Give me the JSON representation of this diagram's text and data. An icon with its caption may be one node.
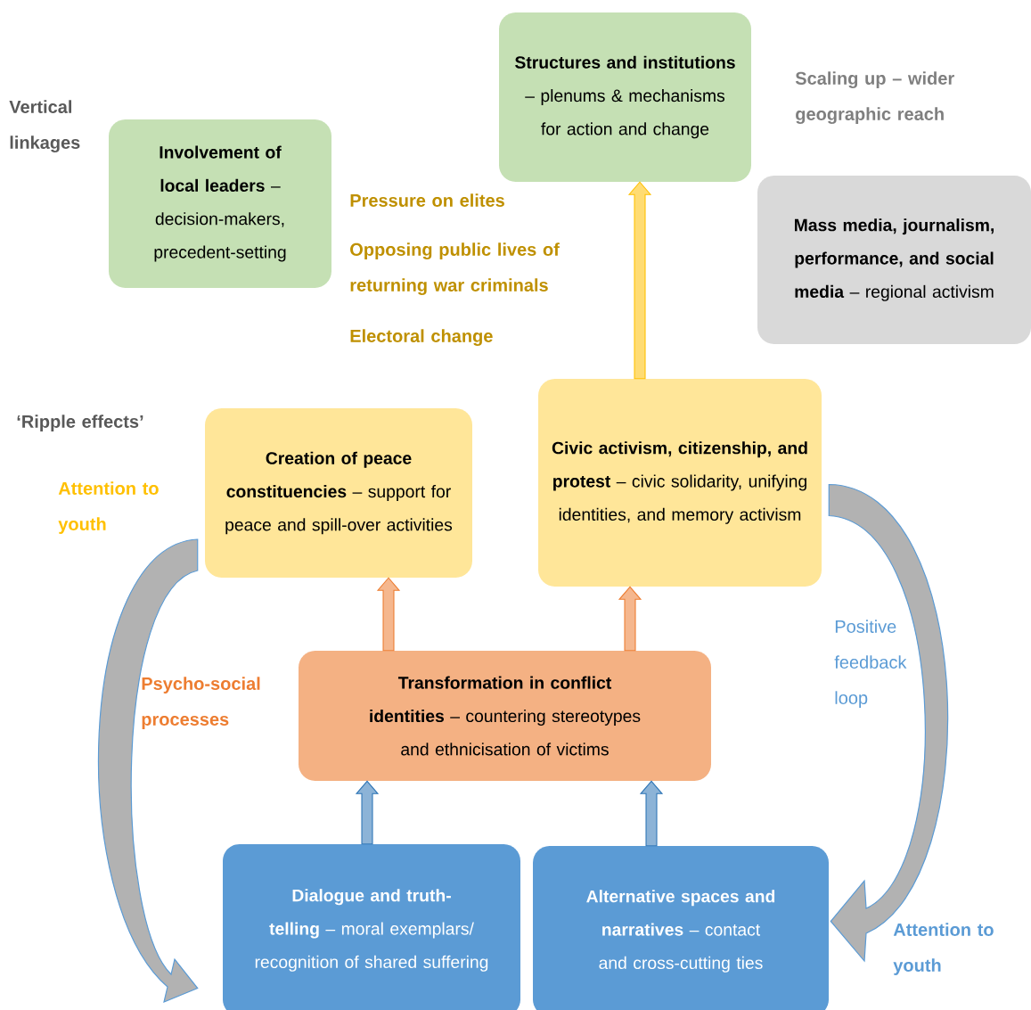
{
  "diagram": {
    "nodes": [
      {
        "text": [
          "**Structures and institutions** – plenums & mechanisms for action and change"
        ]
      },
      {
        "text": [
          "**Involvement of local leaders** – decision-makers, precedent-setting"
        ]
      },
      {
        "text": [
          "**Mass media, journalism, performance, and social media** – regional activism"
        ]
      },
      {
        "text": [
          "**Creation of peace constituencies** – support for peace and spill-over activities"
        ]
      },
      {
        "text": [
          "**Civic activism, citizenship, and protest** – civic solidarity, unifying identities, and memory activism"
        ]
      },
      {
        "text": [
          "**Transformation in conflict identities** – countering stereotypes and ethnicisation of victims"
        ]
      },
      {
        "text": [
          "**Dialogue and truth-telling** – moral exemplars/ recognition of shared suffering"
        ]
      },
      {
        "text": [
          "**Alternative spaces and narratives** – contact and cross-cutting ties"
        ]
      }
    ],
    "edges": [
      {
        "from": 4,
        "to": 0,
        "arrow": "to",
        "color": "#ffc000"
      },
      {
        "from": 5,
        "to": 3,
        "arrow": "to",
        "color": "#ed7d31"
      },
      {
        "from": 5,
        "to": 4,
        "arrow": "to",
        "color": "#ed7d31"
      },
      {
        "from": 6,
        "to": 5,
        "arrow": "to",
        "color": "#2e75b6"
      },
      {
        "from": 7,
        "to": 5,
        "arrow": "to",
        "color": "#2e75b6"
      },
      {
        "from": 3,
        "to": 6,
        "arrow": "to",
        "color": "#5b9bd5"
      },
      {
        "from": 4,
        "to": 7,
        "arrow": "to",
        "color": "#5b9bd5"
      }
    ],
    "labels": [
      "Vertical linkages",
      "Scaling up – wider geographic reach",
      "Pressure on elites",
      "Opposing public lives of returning war criminals",
      "Electoral change",
      "‘Ripple effects’",
      "Attention to youth",
      "Psycho-social processes",
      "Positive feedback loop",
      "Attention to youth"
    ]
  }
}
